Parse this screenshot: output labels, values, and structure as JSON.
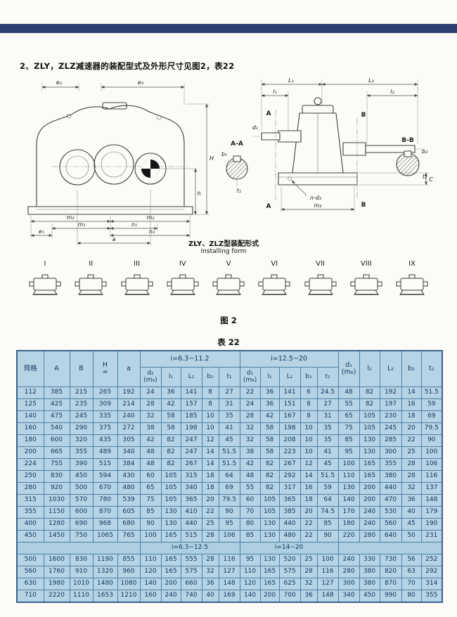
{
  "page": {
    "title": "2、ZLY，ZLZ减速器的装配型式及外形尺寸见图2，表22",
    "figure_caption": "图 2",
    "table_caption": "表 22",
    "installing_form_cn": "ZLY、ZLZ型装配形式",
    "installing_form_en": "Installing form"
  },
  "drawings": {
    "left": {
      "e2": "e₂",
      "e3": "e₃",
      "H": "H",
      "h": "h",
      "m2l": "m₂",
      "m2r": "m₂",
      "m1": "m₁",
      "n1": "n₁",
      "e1": "e₁",
      "n2": "n₂",
      "a": "a"
    },
    "section_aa": {
      "title": "A-A",
      "b1": "b₁",
      "t1": "t₁"
    },
    "right": {
      "L1": "L₁",
      "L2": "L₂",
      "l1": "l₁",
      "l2": "l₂",
      "A_top": "A",
      "A_bot": "A",
      "B_top": "B",
      "B_bot": "B",
      "C": "C",
      "nd3": "n-d₃",
      "m3": "m₃",
      "d1": "d₁"
    },
    "section_bb": {
      "title": "B-B",
      "b2": "b₂",
      "t2": "t₂"
    }
  },
  "forms": [
    "I",
    "II",
    "III",
    "IV",
    "V",
    "VI",
    "VII",
    "VIII",
    "IX"
  ],
  "table": {
    "header": {
      "left": [
        "规格",
        "A",
        "B",
        "H|≈",
        "a"
      ],
      "group1": "i=6.3~11.2",
      "group2": "i=12.5~20",
      "sub1": [
        "d₁|(m₆)",
        "l₁",
        "L₁",
        "b₁",
        "t₁"
      ],
      "sub2": [
        "d₁|(m₆)",
        "l₁",
        "L₁",
        "b₁",
        "t₁"
      ],
      "right": [
        "d₁|(m₆)",
        "l₂",
        "L₂",
        "b₂",
        "t₂"
      ]
    },
    "rows_top": [
      [
        "112",
        "385",
        "215",
        "265",
        "192",
        "24",
        "36",
        "141",
        "8",
        "27",
        "22",
        "36",
        "141",
        "6",
        "24.5",
        "48",
        "82",
        "192",
        "14",
        "51.5"
      ],
      [
        "125",
        "425",
        "235",
        "309",
        "214",
        "28",
        "42",
        "157",
        "8",
        "31",
        "24",
        "36",
        "151",
        "8",
        "27",
        "55",
        "82",
        "197",
        "16",
        "59"
      ],
      [
        "140",
        "475",
        "245",
        "335",
        "240",
        "32",
        "58",
        "185",
        "10",
        "35",
        "28",
        "42",
        "167",
        "8",
        "31",
        "65",
        "105",
        "230",
        "18",
        "69"
      ],
      [
        "160",
        "540",
        "290",
        "375",
        "272",
        "38",
        "58",
        "198",
        "10",
        "41",
        "32",
        "58",
        "198",
        "10",
        "35",
        "75",
        "105",
        "245",
        "20",
        "79.5"
      ],
      [
        "180",
        "600",
        "320",
        "435",
        "305",
        "42",
        "82",
        "247",
        "12",
        "45",
        "32",
        "58",
        "208",
        "10",
        "35",
        "85",
        "130",
        "285",
        "22",
        "90"
      ],
      [
        "200",
        "665",
        "355",
        "489",
        "340",
        "48",
        "82",
        "247",
        "14",
        "51.5",
        "38",
        "58",
        "223",
        "10",
        "41",
        "95",
        "130",
        "300",
        "25",
        "100"
      ],
      [
        "224",
        "755",
        "390",
        "515",
        "384",
        "48",
        "82",
        "267",
        "14",
        "51.5",
        "42",
        "82",
        "267",
        "12",
        "45",
        "100",
        "165",
        "355",
        "28",
        "106"
      ],
      [
        "250",
        "830",
        "450",
        "594",
        "430",
        "60",
        "105",
        "315",
        "18",
        "64",
        "48",
        "82",
        "292",
        "14",
        "51.5",
        "110",
        "165",
        "380",
        "28",
        "116"
      ],
      [
        "280",
        "920",
        "500",
        "670",
        "480",
        "65",
        "105",
        "340",
        "18",
        "69",
        "55",
        "82",
        "317",
        "16",
        "59",
        "130",
        "200",
        "440",
        "32",
        "137"
      ],
      [
        "315",
        "1030",
        "570",
        "780",
        "539",
        "75",
        "105",
        "365",
        "20",
        "79.5",
        "60",
        "105",
        "365",
        "18",
        "64",
        "140",
        "200",
        "470",
        "36",
        "148"
      ],
      [
        "355",
        "1150",
        "600",
        "870",
        "605",
        "85",
        "130",
        "410",
        "22",
        "90",
        "70",
        "105",
        "385",
        "20",
        "74.5",
        "170",
        "240",
        "530",
        "40",
        "179"
      ],
      [
        "400",
        "1280",
        "690",
        "968",
        "680",
        "90",
        "130",
        "440",
        "25",
        "95",
        "80",
        "130",
        "440",
        "22",
        "85",
        "180",
        "240",
        "560",
        "45",
        "190"
      ],
      [
        "450",
        "1450",
        "750",
        "1065",
        "765",
        "100",
        "165",
        "515",
        "28",
        "106",
        "85",
        "130",
        "480",
        "22",
        "90",
        "220",
        "280",
        "640",
        "50",
        "231"
      ]
    ],
    "mid": {
      "group1": "i=6.3~12.5",
      "group2": "i=14~20"
    },
    "rows_bottom": [
      [
        "500",
        "1600",
        "830",
        "1190",
        "855",
        "110",
        "165",
        "555",
        "28",
        "116",
        "95",
        "130",
        "520",
        "25",
        "100",
        "240",
        "330",
        "730",
        "56",
        "252"
      ],
      [
        "560",
        "1760",
        "910",
        "1320",
        "960",
        "120",
        "165",
        "575",
        "32",
        "127",
        "110",
        "165",
        "575",
        "28",
        "116",
        "280",
        "380",
        "820",
        "63",
        "292"
      ],
      [
        "630",
        "1980",
        "1010",
        "1480",
        "1080",
        "140",
        "200",
        "660",
        "36",
        "148",
        "120",
        "165",
        "625",
        "32",
        "127",
        "300",
        "380",
        "870",
        "70",
        "314"
      ],
      [
        "710",
        "2220",
        "1110",
        "1653",
        "1210",
        "160",
        "240",
        "740",
        "40",
        "169",
        "140",
        "200",
        "700",
        "36",
        "148",
        "340",
        "450",
        "990",
        "80",
        "355"
      ]
    ]
  }
}
